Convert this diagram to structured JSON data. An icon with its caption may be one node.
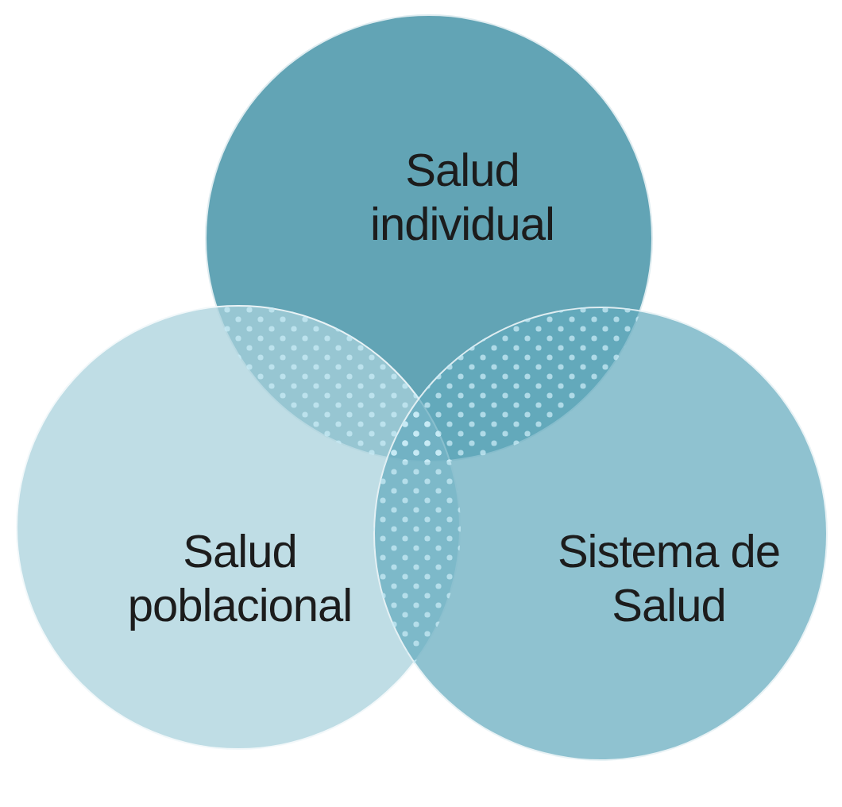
{
  "diagram": {
    "nodes": [
      {
        "text": [
          "Salud individual"
        ]
      },
      {
        "text": [
          "Salud poblacional"
        ]
      },
      {
        "text": [
          "Sistema de Salud"
        ]
      }
    ]
  }
}
